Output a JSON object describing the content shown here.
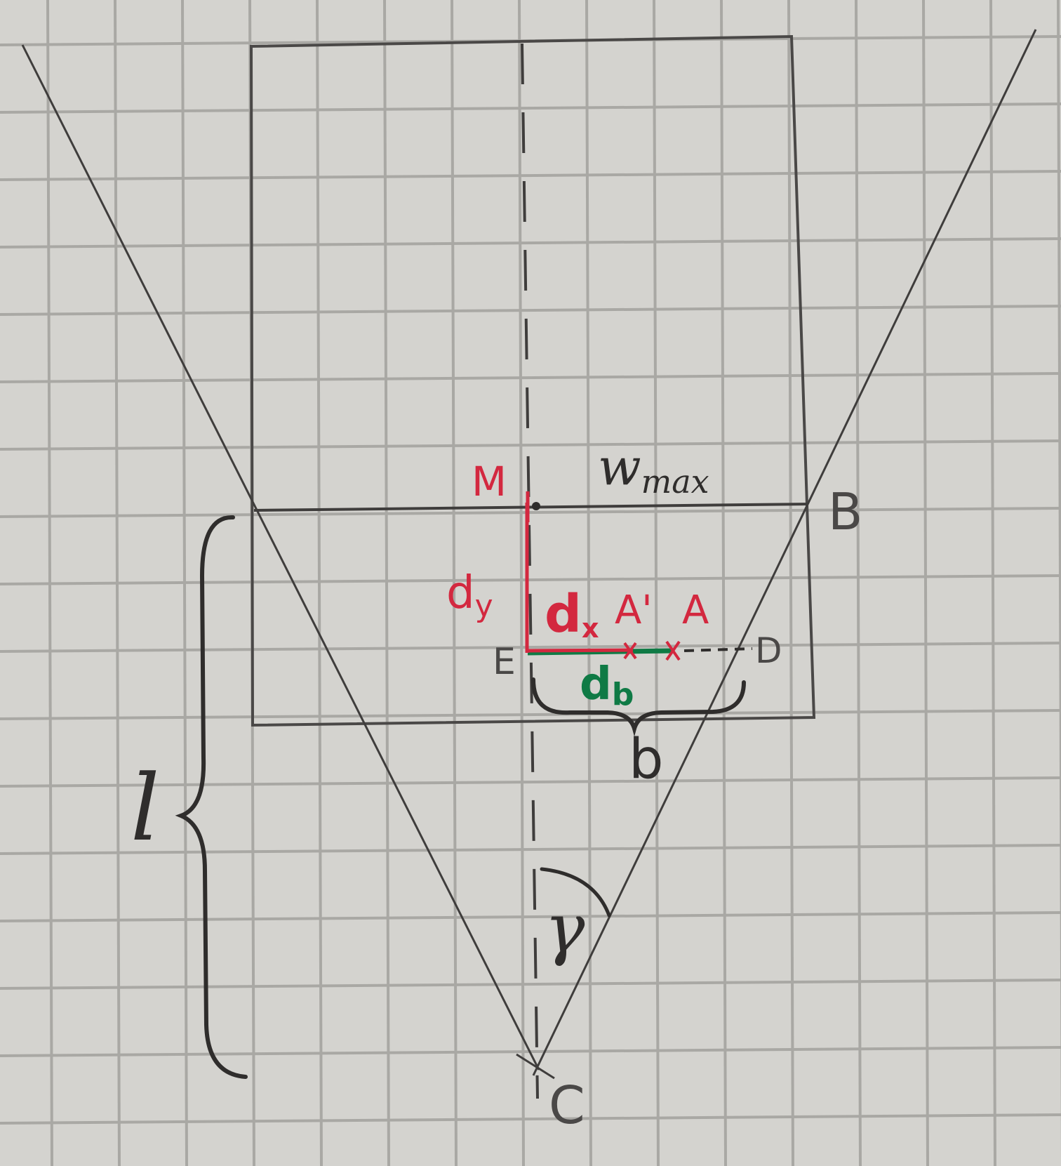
{
  "colors": {
    "paper": "#d4d3cf",
    "grid": "#a9a8a4",
    "pencil": "#4a4847",
    "marker_black": "#2f2d2c",
    "marker_red": "#d3283f",
    "marker_green": "#0f7a45"
  },
  "labels": {
    "M": "M",
    "w_max": "w",
    "w_max_sub": "max",
    "B": "B",
    "d_y": "d",
    "d_y_sub": "y",
    "d_x": "d",
    "d_x_sub": "x",
    "A_prime": "A'",
    "A": "A",
    "E": "E",
    "D": "D",
    "d_b": "d",
    "d_b_sub": "b",
    "b": "b",
    "l": "l",
    "gamma": "γ",
    "C": "C"
  }
}
